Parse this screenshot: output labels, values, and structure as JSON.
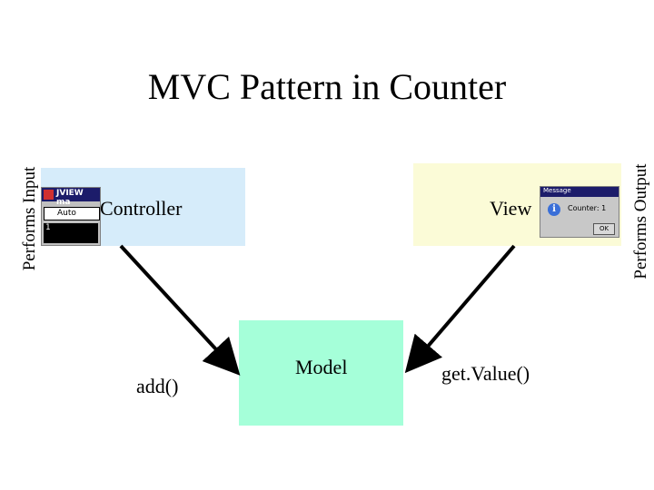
{
  "title": "MVC Pattern in Counter",
  "side_labels": {
    "left": "Performs Input",
    "right": "Performs Output"
  },
  "boxes": {
    "controller": {
      "label": "Controller",
      "color": "#d6ecfa"
    },
    "view": {
      "label": "View",
      "color": "#fbfbd7"
    },
    "model": {
      "label": "Model",
      "color": "#a5ffd9"
    }
  },
  "edges": [
    {
      "from": "controller",
      "to": "model",
      "label": "add()"
    },
    {
      "from": "view",
      "to": "model",
      "label": "get.Value()"
    }
  ],
  "controller_window": {
    "title": "JVIEW ma",
    "button_label": "Auto",
    "output": "1"
  },
  "message_dialog": {
    "title": "Message",
    "text": "Counter: 1",
    "icon": "info-icon",
    "ok_label": "OK"
  }
}
